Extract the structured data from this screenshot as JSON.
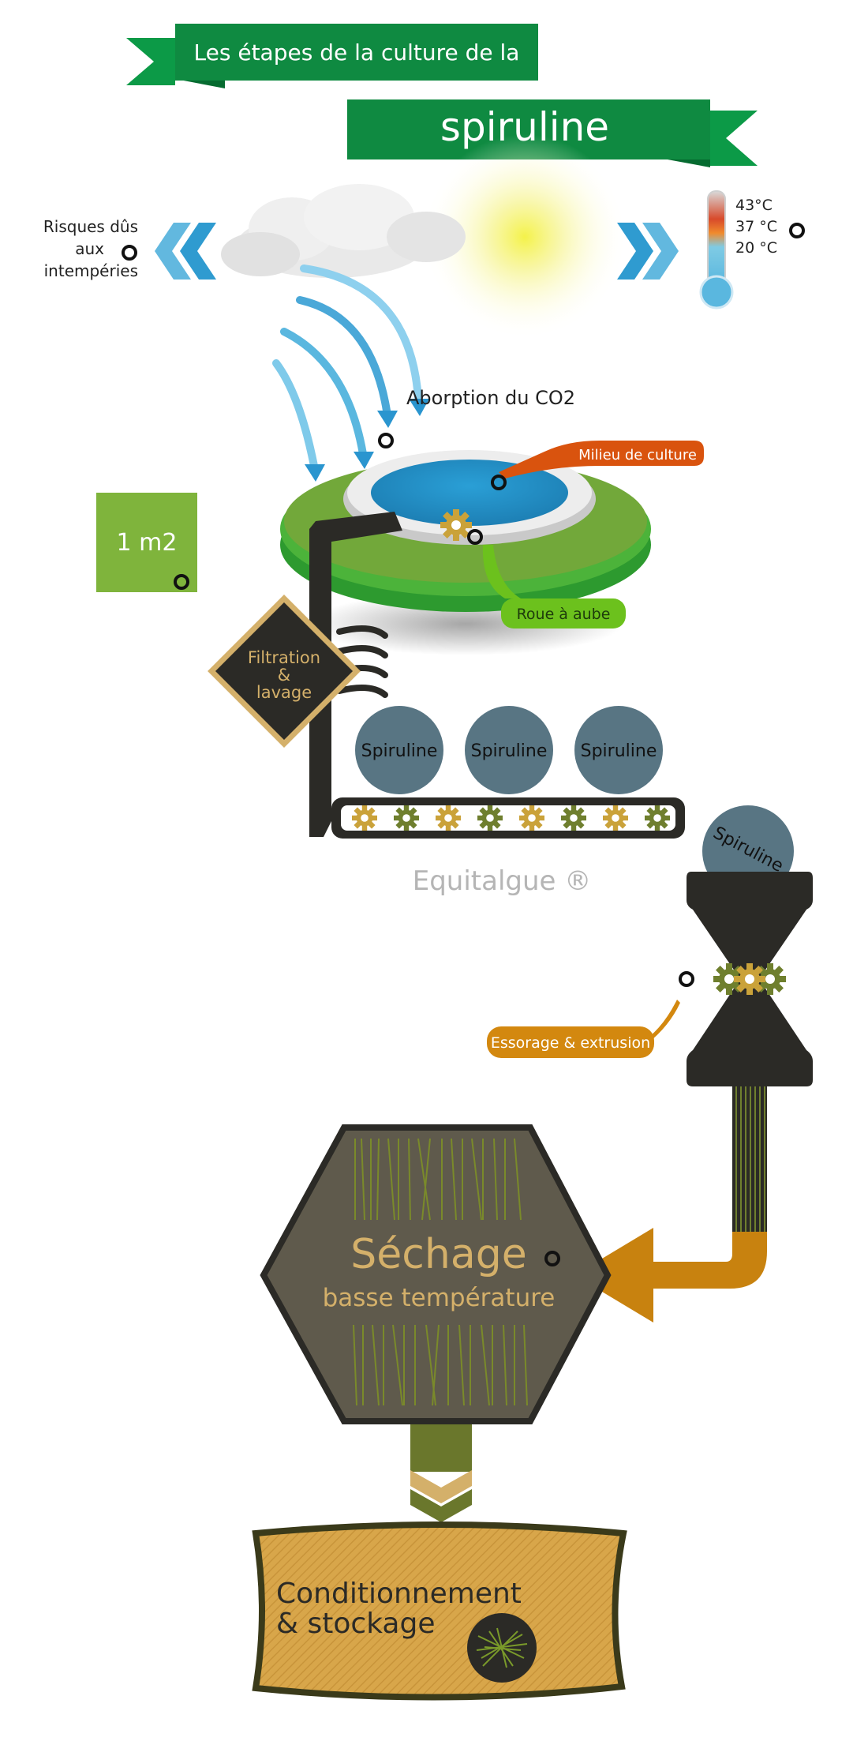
{
  "banner": {
    "line1": "Les étapes de la culture de la",
    "line2": "spiruline"
  },
  "weather": {
    "risk_line1": "Risques dûs",
    "risk_line2": "aux",
    "risk_line3": "intempéries",
    "temps": [
      "43°C",
      "37 °C",
      "20 °C"
    ]
  },
  "basin": {
    "co2_label": "Aborption du CO2",
    "milieu_label": "Milieu de culture",
    "roue_label": "Roue à aube",
    "area_label": "1 m2"
  },
  "filtration": {
    "line1": "Filtration",
    "line2": "&",
    "line3": "lavage"
  },
  "conveyor": {
    "balls": [
      "Spiruline",
      "Spiruline",
      "Spiruline"
    ],
    "brand": "Equitalgue ®"
  },
  "extrusion": {
    "ball": "Spiruline",
    "label": "Essorage & extrusion"
  },
  "drying": {
    "title": "Séchage",
    "subtitle": "basse température"
  },
  "packaging": {
    "line1": "Conditionnement",
    "line2": "& stockage"
  },
  "colors": {
    "banner_green": "#0f8a41",
    "dark": "#2b2a26",
    "gold": "#d4b06a",
    "orange_label": "#d9530e",
    "lime_label": "#6cc11d",
    "amber_label": "#d3880f",
    "ball": "#587583",
    "hex_fill": "#5f5a4c",
    "pack_fill": "#d8a64a"
  }
}
